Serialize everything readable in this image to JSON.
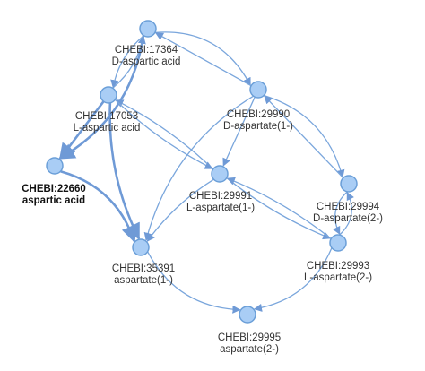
{
  "graph": {
    "nodes": [
      {
        "key": "n17364",
        "id_label": "CHEBI:17364",
        "name_label": "D-aspartic acid",
        "bold": false
      },
      {
        "key": "n17053",
        "id_label": "CHEBI:17053",
        "name_label": "L-aspartic acid",
        "bold": false
      },
      {
        "key": "n22660",
        "id_label": "CHEBI:22660",
        "name_label": "aspartic acid",
        "bold": true
      },
      {
        "key": "n35391",
        "id_label": "CHEBI:35391",
        "name_label": "aspartate(1-)",
        "bold": false
      },
      {
        "key": "n29990",
        "id_label": "CHEBI:29990",
        "name_label": "D-aspartate(1-)",
        "bold": false
      },
      {
        "key": "n29991",
        "id_label": "CHEBI:29991",
        "name_label": "L-aspartate(1-)",
        "bold": false
      },
      {
        "key": "n29994",
        "id_label": "CHEBI:29994",
        "name_label": "D-aspartate(2-)",
        "bold": false
      },
      {
        "key": "n29993",
        "id_label": "CHEBI:29993",
        "name_label": "L-aspartate(2-)",
        "bold": false
      },
      {
        "key": "n29995",
        "id_label": "CHEBI:29995",
        "name_label": "aspartate(2-)",
        "bold": false
      }
    ],
    "edges": [
      {
        "from": "n17364",
        "to": "n22660",
        "thick": true
      },
      {
        "from": "n17053",
        "to": "n22660",
        "thick": true
      },
      {
        "from": "n17053",
        "to": "n17364",
        "thick": false
      },
      {
        "from": "n17364",
        "to": "n17053",
        "thick": false
      },
      {
        "from": "n22660",
        "to": "n35391",
        "thick": true
      },
      {
        "from": "n17053",
        "to": "n35391",
        "thick": true
      },
      {
        "from": "n17364",
        "to": "n29990",
        "thick": false
      },
      {
        "from": "n29990",
        "to": "n17364",
        "thick": false
      },
      {
        "from": "n29991",
        "to": "n17053",
        "thick": false
      },
      {
        "from": "n17053",
        "to": "n29991",
        "thick": false
      },
      {
        "from": "n29990",
        "to": "n35391",
        "thick": false
      },
      {
        "from": "n29991",
        "to": "n35391",
        "thick": false
      },
      {
        "from": "n29990",
        "to": "n29991",
        "thick": false
      },
      {
        "from": "n29990",
        "to": "n29994",
        "thick": false
      },
      {
        "from": "n29994",
        "to": "n29990",
        "thick": false
      },
      {
        "from": "n29991",
        "to": "n29993",
        "thick": false
      },
      {
        "from": "n29993",
        "to": "n29991",
        "thick": false
      },
      {
        "from": "n29994",
        "to": "n29993",
        "thick": false
      },
      {
        "from": "n29993",
        "to": "n29994",
        "thick": false
      },
      {
        "from": "n35391",
        "to": "n29995",
        "thick": false
      },
      {
        "from": "n29993",
        "to": "n29995",
        "thick": false
      }
    ]
  }
}
